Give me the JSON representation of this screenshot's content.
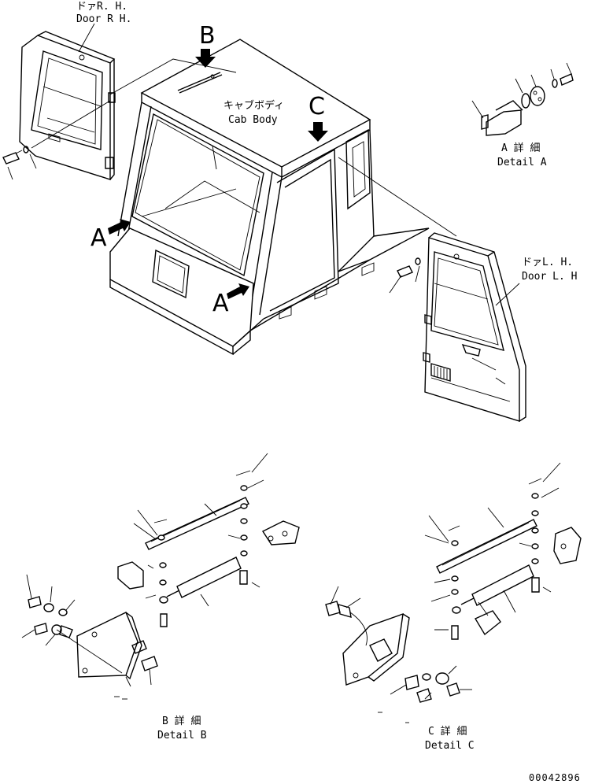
{
  "labels": {
    "door_rh_jp": "ドァR. H.",
    "door_rh_en": "Door R H.",
    "door_lh_jp": "ドァL. H.",
    "door_lh_en": "Door L. H",
    "cab_body_jp": "キャブボディ",
    "cab_body_en": "Cab Body",
    "detail_a_jp": "A 詳 細",
    "detail_a_en": "Detail A",
    "detail_b_jp": "B 詳 細",
    "detail_b_en": "Detail B",
    "detail_c_jp": "C 詳 細",
    "detail_c_en": "Detail C",
    "callout_a1": "A",
    "callout_a2": "A",
    "callout_b": "B",
    "callout_c": "C",
    "drawing_number": "00042896"
  }
}
